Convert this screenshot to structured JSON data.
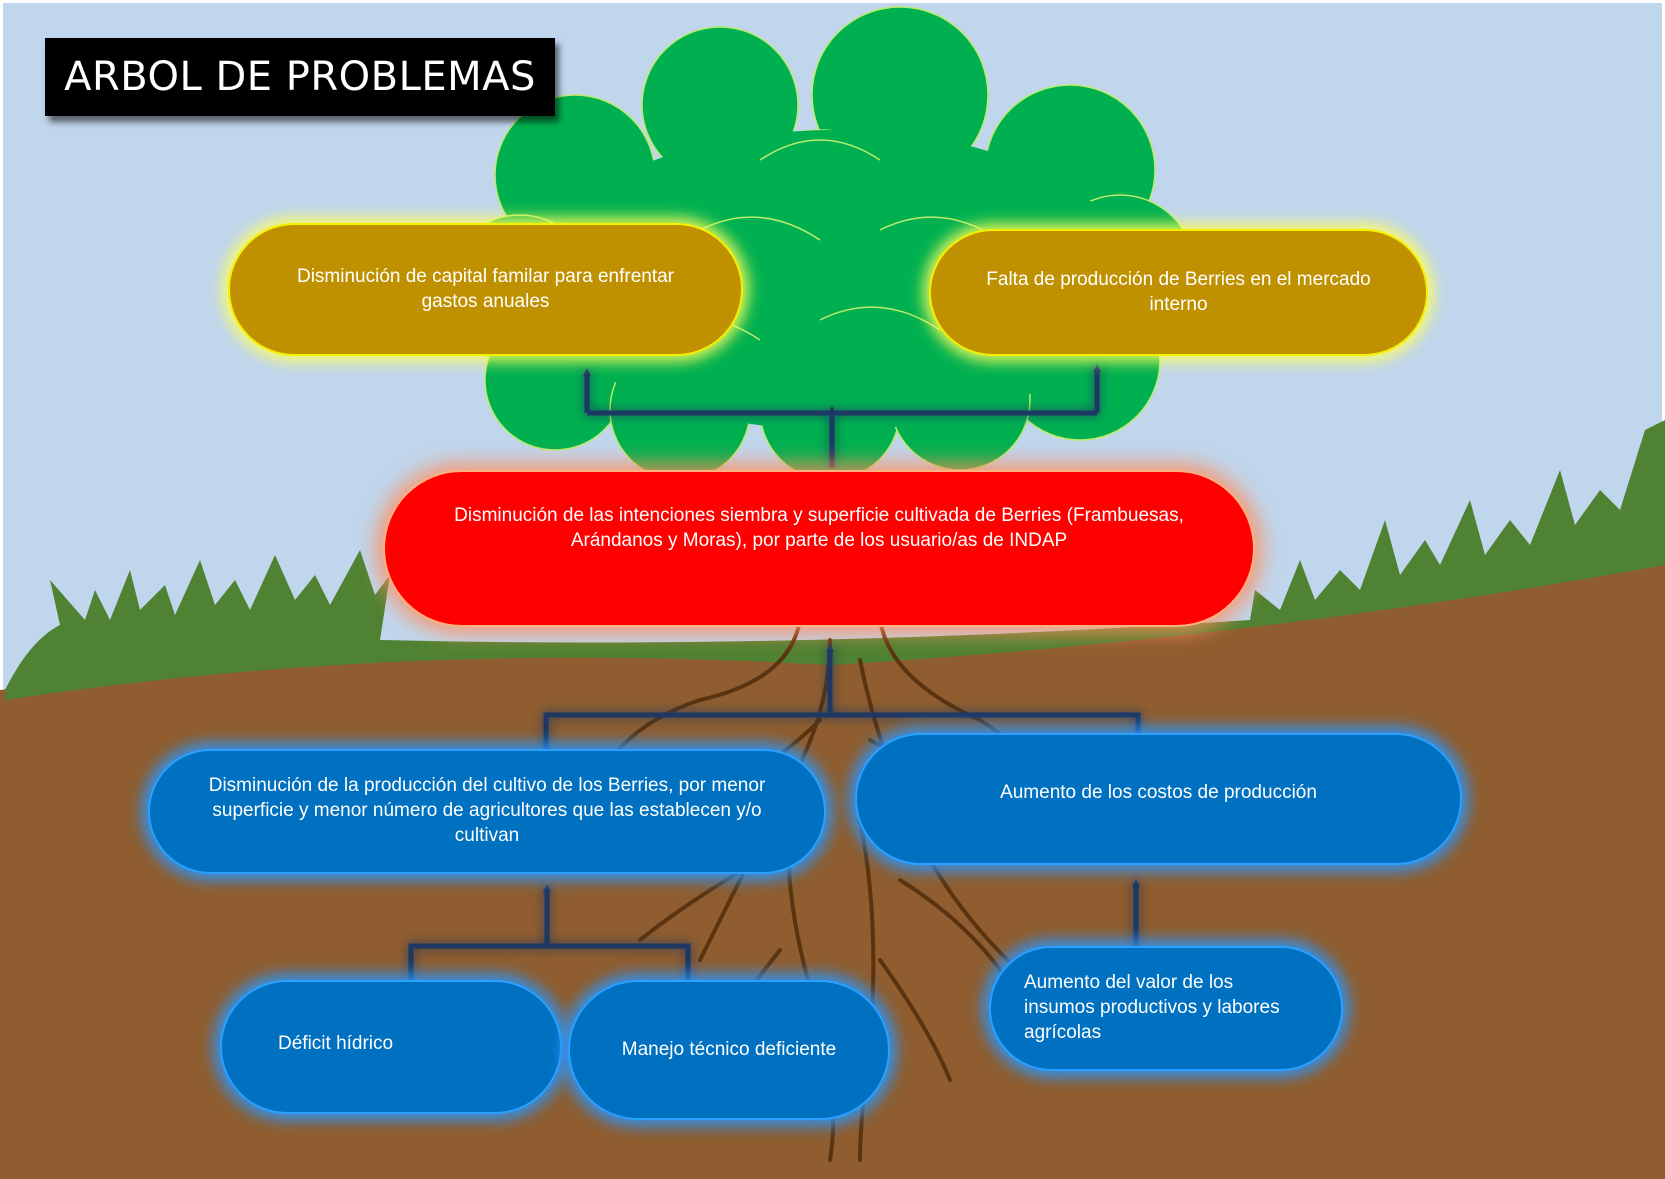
{
  "title": "ARBOL DE PROBLEMAS",
  "colors": {
    "sky": "#c0d6ec",
    "ground": "#8f5d2f",
    "grass": "#4f8232",
    "foliage": "#00b050",
    "trunk": "#5a3410",
    "effect_box": "#bf9000",
    "central_problem_box": "#ff0000",
    "cause_box": "#0070c0",
    "arrow": "#1f3864"
  },
  "effects": [
    {
      "text": "Disminución de capital familar para enfrentar gastos anuales"
    },
    {
      "text": "Falta de producción de Berries en el mercado interno"
    }
  ],
  "central_problem": {
    "text": "Disminución de las intenciones siembra y superficie cultivada de Berries (Frambuesas, Arándanos y Moras), por parte de los usuario/as de INDAP"
  },
  "causes": [
    {
      "text": "Disminución de la producción del cultivo de los Berries, por menor superficie y menor número de agricultores que las establecen y/o cultivan"
    },
    {
      "text": "Aumento de los costos de producción"
    }
  ],
  "root_causes": [
    {
      "text": "Déficit hídrico"
    },
    {
      "text": "Manejo técnico deficiente"
    },
    {
      "text": "Aumento del valor de los insumos productivos y labores agrícolas"
    }
  ]
}
